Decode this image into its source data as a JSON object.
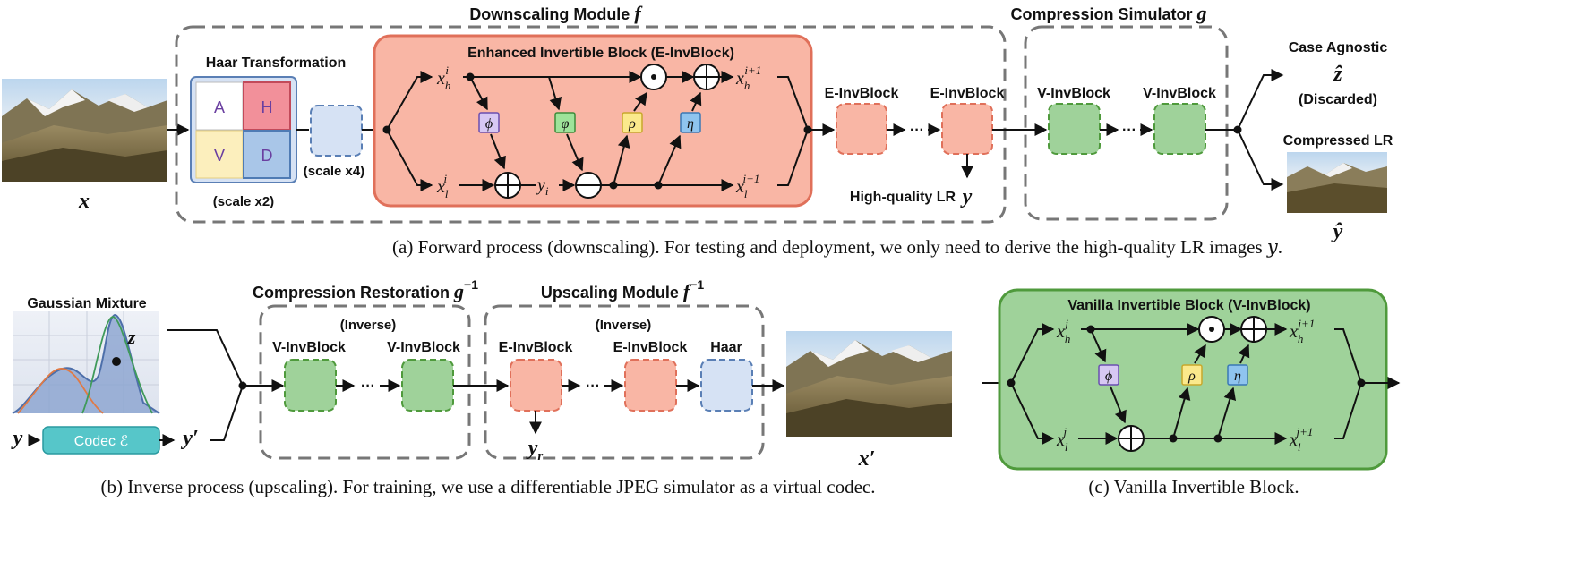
{
  "panel_a": {
    "module_f_title": "Downscaling Module",
    "module_f_symbol": "f",
    "module_g_title": "Compression Simulator",
    "module_g_symbol": "g",
    "haar_title": "Haar Transformation",
    "haar_cells": [
      "A",
      "H",
      "V",
      "D"
    ],
    "scale_x2": "(scale x2)",
    "scale_x4": "(scale x4)",
    "einv_title": "Enhanced Invertible Block (E-InvBlock)",
    "xh_i": "x",
    "xh_i_sub": "h",
    "xh_i_sup": "i",
    "xl_i": "x",
    "xl_i_sub": "l",
    "xl_i_sup": "i",
    "xh_i1": "x",
    "xh_i1_sub": "h",
    "xh_i1_sup": "i+1",
    "xl_i1": "x",
    "xl_i1_sub": "l",
    "xl_i1_sup": "i+1",
    "yi": "y",
    "yi_sub": "i",
    "phi": "ϕ",
    "varphi": "φ",
    "rho": "ρ",
    "eta": "η",
    "dot_op": "⊙",
    "plus_op": "⊕",
    "minus_op": "⊖",
    "einv_label_1": "E-InvBlock",
    "einv_label_2": "E-InvBlock",
    "vinv_label_1": "V-InvBlock",
    "vinv_label_2": "V-InvBlock",
    "ellipsis": "···",
    "hq_lr": "High-quality LR",
    "y": "y",
    "case_agnostic": "Case Agnostic",
    "z_hat": "ẑ",
    "discarded": "(Discarded)",
    "compressed_lr": "Compressed LR",
    "y_hat": "ŷ",
    "x": "x",
    "caption": "(a) Forward process (downscaling). For testing and deployment, we only need to derive the high-quality LR images 𝑦."
  },
  "panel_b": {
    "gaussian_title": "Gaussian Mixture",
    "z": "z",
    "y": "y",
    "codec_label": "Codec ℰ",
    "y_prime": "y′",
    "restoration_title": "Compression Restoration",
    "restoration_symbol": "g",
    "restoration_sup": "−1",
    "upscaling_title": "Upscaling Module",
    "upscaling_symbol": "f",
    "upscaling_sup": "−1",
    "inverse_1": "(Inverse)",
    "inverse_2": "(Inverse)",
    "vinv_label_1": "V-InvBlock",
    "vinv_label_2": "V-InvBlock",
    "einv_label_1": "E-InvBlock",
    "einv_label_2": "E-InvBlock",
    "haar_label": "Haar",
    "ellipsis": "···",
    "yr": "y",
    "yr_sub": "r",
    "x_prime": "x′",
    "caption": "(b) Inverse process (upscaling). For training, we use a differentiable JPEG simulator as a virtual codec."
  },
  "panel_c": {
    "title": "Vanilla Invertible Block (V-InvBlock)",
    "xh_j": "x",
    "xh_j_sub": "h",
    "xh_j_sup": "j",
    "xl_j": "x",
    "xl_j_sub": "l",
    "xl_j_sup": "j",
    "xh_j1": "x",
    "xh_j1_sub": "h",
    "xh_j1_sup": "j+1",
    "xl_j1": "x",
    "xl_j1_sub": "l",
    "xl_j1_sup": "j+1",
    "phi": "ϕ",
    "rho": "ρ",
    "eta": "η",
    "dot_op": "⊙",
    "plus_op": "⊕",
    "caption": "(c) Vanilla Invertible Block."
  },
  "colors": {
    "einv_fill": "#f9b6a5",
    "einv_stroke": "#e0705a",
    "vinv_fill": "#9fd29a",
    "vinv_stroke": "#4f9a3c",
    "haar_fill": "#d6e2f4",
    "haar_stroke": "#5a7fb5",
    "codec_fill": "#56c6c9",
    "phi_fill": "#d7c8f3",
    "varphi_fill": "#9ee39a",
    "rho_fill": "#fbe98c",
    "eta_fill": "#8fc4ef",
    "dashed_frame": "#777777"
  }
}
